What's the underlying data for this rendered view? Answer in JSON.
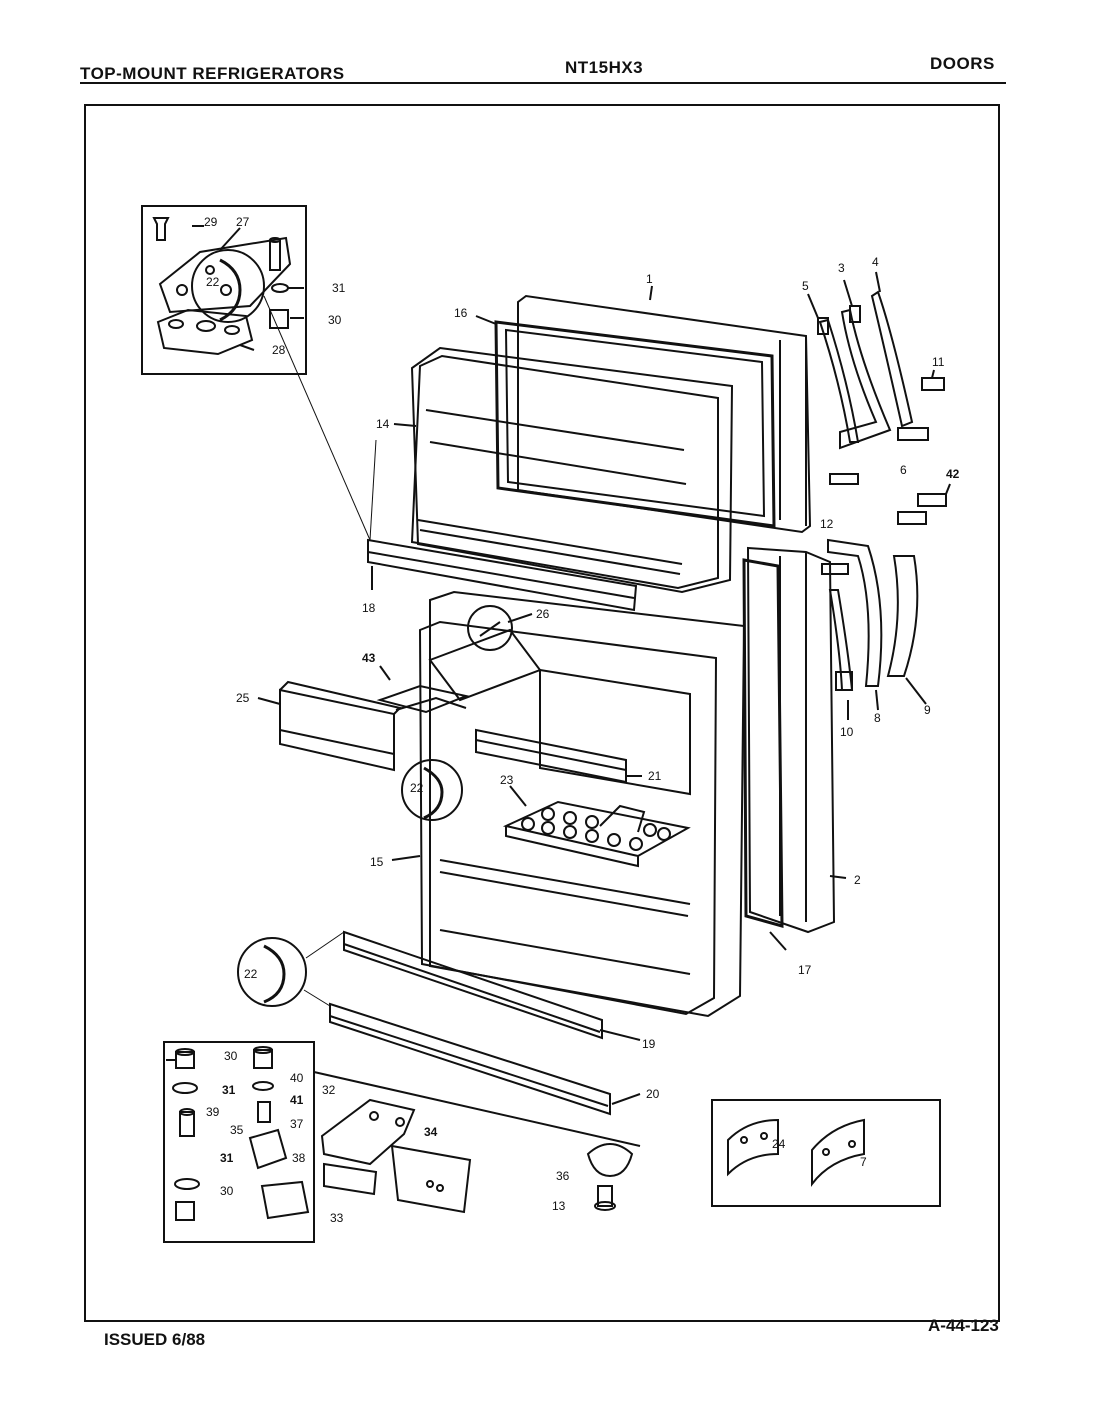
{
  "header": {
    "left": "TOP-MOUNT REFRIGERATORS",
    "center": "NT15HX3",
    "right": "DOORS"
  },
  "footer": {
    "left": "ISSUED 6/88",
    "right": "A-44-123"
  },
  "callouts": {
    "c1": "1",
    "c2": "2",
    "c3": "3",
    "c4": "4",
    "c5": "5",
    "c6": "6",
    "c7": "7",
    "c8": "8",
    "c9": "9",
    "c10": "10",
    "c11": "11",
    "c12": "12",
    "c13": "13",
    "c14": "14",
    "c15": "15",
    "c16": "16",
    "c17": "17",
    "c18": "18",
    "c19": "19",
    "c20": "20",
    "c21": "21",
    "c22a": "22",
    "c22b": "22",
    "c22c": "22",
    "c23": "23",
    "c24": "24",
    "c25": "25",
    "c26": "26",
    "c27": "27",
    "c28": "28",
    "c29": "29",
    "c30a": "30",
    "c30b": "30",
    "c30c": "30",
    "c31a": "31",
    "c31b": "31",
    "c31c": "31",
    "c32": "32",
    "c33": "33",
    "c34": "34",
    "c35": "35",
    "c36": "36",
    "c37": "37",
    "c38": "38",
    "c39": "39",
    "c40": "40",
    "c41": "41",
    "c42": "42",
    "c43": "43"
  }
}
